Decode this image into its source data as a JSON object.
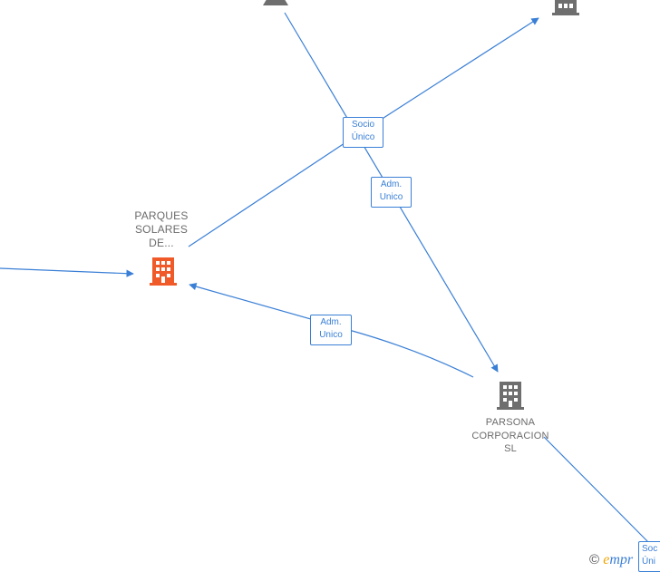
{
  "nodes": {
    "parques": {
      "lines": [
        "PARQUES",
        "SOLARES",
        "DE..."
      ],
      "color": "#f05a28"
    },
    "parsona": {
      "lines": [
        "PARSONA",
        "CORPORACION",
        "SL"
      ],
      "color": "#6e6e6e"
    },
    "top_left": {
      "color": "#6e6e6e"
    },
    "top_right": {
      "color": "#6e6e6e"
    }
  },
  "edges": {
    "socio_unico_top": [
      "Socio",
      "Único"
    ],
    "adm_unico_top": [
      "Adm.",
      "Unico"
    ],
    "adm_unico_bottom": [
      "Adm.",
      "Unico"
    ],
    "socio_unico_corner": [
      "Soc",
      "Úni"
    ]
  },
  "edge_color": "#3a7fd6",
  "watermark": {
    "copyright": "©",
    "brand_e": "e",
    "brand_rest": "mpr"
  }
}
